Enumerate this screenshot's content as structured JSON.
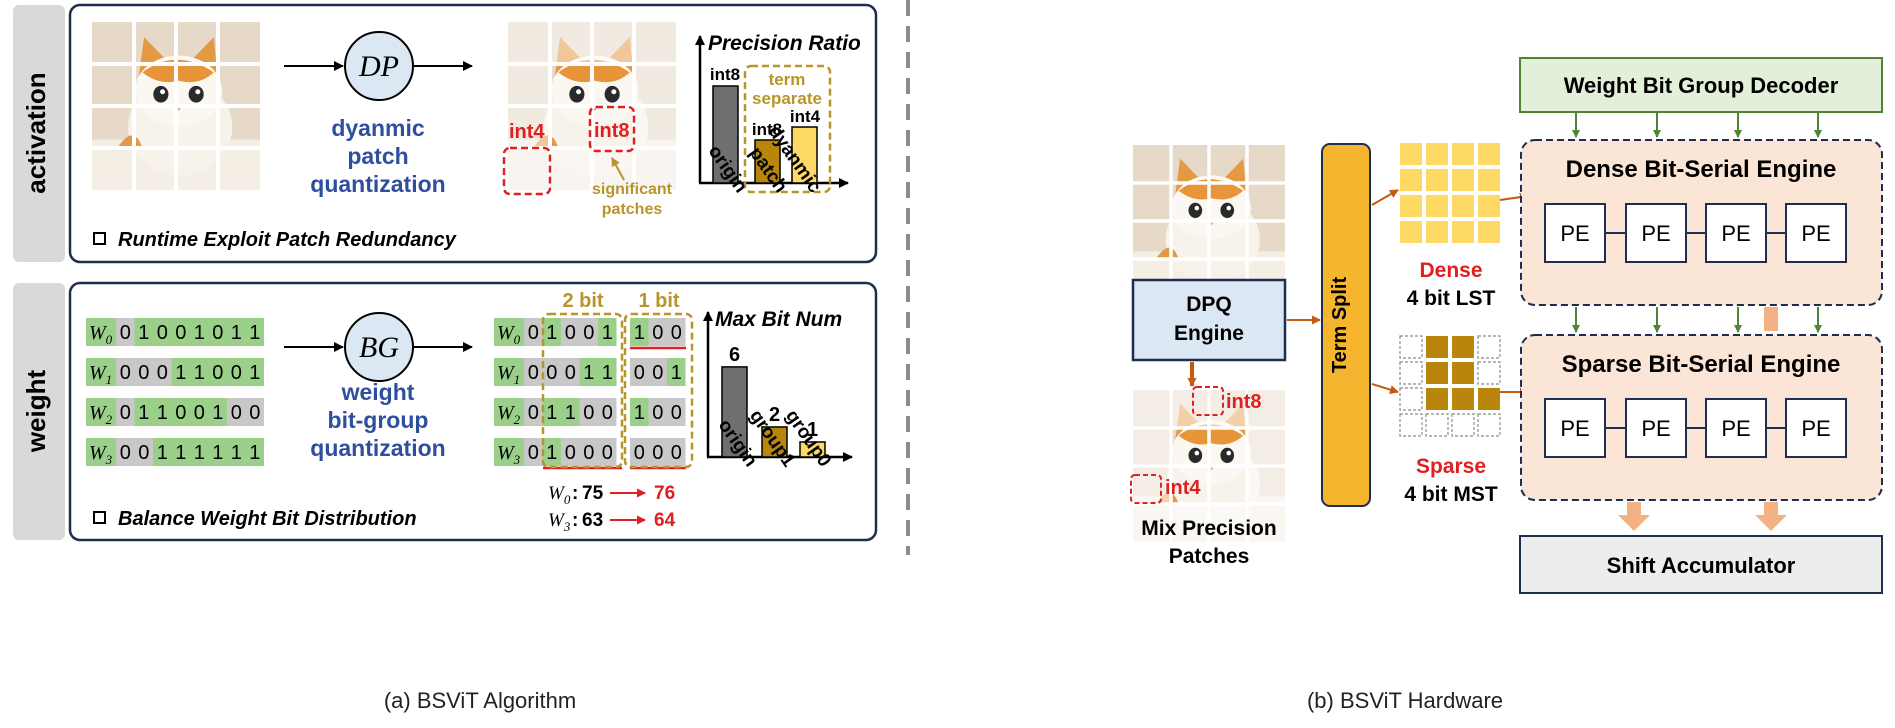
{
  "activation_panel": {
    "side_label": "activation",
    "op_symbol": "DP",
    "op_desc": [
      "dyanmic",
      "patch",
      "quantization"
    ],
    "tag_int4": "int4",
    "tag_int8": "int8",
    "significant": [
      "significant",
      "patches"
    ],
    "footer": "Runtime Exploit Patch Redundancy"
  },
  "precision_chart": {
    "title": "Precision Ratio",
    "bar_labels": [
      "int8",
      "int8",
      "int4"
    ],
    "categories": [
      "origin",
      "patch",
      "dyanmic"
    ],
    "term_box": [
      "term",
      "separate"
    ]
  },
  "weight_panel": {
    "side_label": "weight",
    "op_symbol": "BG",
    "op_desc": [
      "weight",
      "bit-group",
      "quantization"
    ],
    "footer": "Balance Weight Bit Distribution",
    "group_labels": [
      "2 bit",
      "1 bit"
    ],
    "rows": [
      {
        "name": "W",
        "sub": "0",
        "bits": "01001011",
        "group2": "1001",
        "group1": "100"
      },
      {
        "name": "W",
        "sub": "1",
        "bits": "00011001",
        "group2": "0011",
        "group1": "001"
      },
      {
        "name": "W",
        "sub": "2",
        "bits": "01100100",
        "group2": "1100",
        "group1": "100"
      },
      {
        "name": "W",
        "sub": "3",
        "bits": "00111111",
        "group2": "1000",
        "group1": "000"
      }
    ],
    "examples": [
      {
        "name": "W",
        "sub": "0",
        "before": "75",
        "after": "76"
      },
      {
        "name": "W",
        "sub": "3",
        "before": "63",
        "after": "64"
      }
    ]
  },
  "max_bit_chart": {
    "title": "Max Bit Num",
    "categories": [
      "origin",
      "group1",
      "group0"
    ],
    "values": [
      6,
      2,
      1
    ]
  },
  "chart_data": [
    {
      "type": "bar",
      "title": "Precision Ratio",
      "categories": [
        "origin",
        "patch",
        "dyanmic"
      ],
      "bar_labels": [
        "int8",
        "int8",
        "int4"
      ]
    },
    {
      "type": "bar",
      "title": "Max Bit Num",
      "categories": [
        "origin",
        "group1",
        "group0"
      ],
      "values": [
        6,
        2,
        1
      ]
    }
  ],
  "hardware": {
    "dpq_engine": [
      "DPQ",
      "Engine"
    ],
    "term_split": "Term Split",
    "mix_precision": [
      "Mix Precision",
      "Patches"
    ],
    "tag_int8": "int8",
    "tag_int4": "int4",
    "dense_label": "Dense",
    "dense_sub": "4 bit LST",
    "sparse_label": "Sparse",
    "sparse_sub": "4 bit MST",
    "decoder": "Weight Bit Group Decoder",
    "dense_engine": "Dense Bit-Serial Engine",
    "sparse_engine": "Sparse Bit-Serial Engine",
    "pe_label": "PE",
    "accumulator": "Shift Accumulator"
  },
  "captions": {
    "left": "(a) BSViT Algorithm",
    "right": "(b) BSViT Hardware"
  },
  "colors": {
    "navy": "#1f2d4f",
    "blue_text": "#2f4f9e",
    "gold": "#b8952a",
    "red": "#e02020",
    "orange": "#c55a11",
    "green_cell": "#9bd08a",
    "gray_cell": "#c8c8c8",
    "bar_gray": "#6f6f6f",
    "bar_dark_gold": "#b8860b",
    "bar_yellow": "#ffd966",
    "term_split": "#f6b52e",
    "decoder_fill": "#e2efd9",
    "engine_fill": "#fbe5d6"
  }
}
